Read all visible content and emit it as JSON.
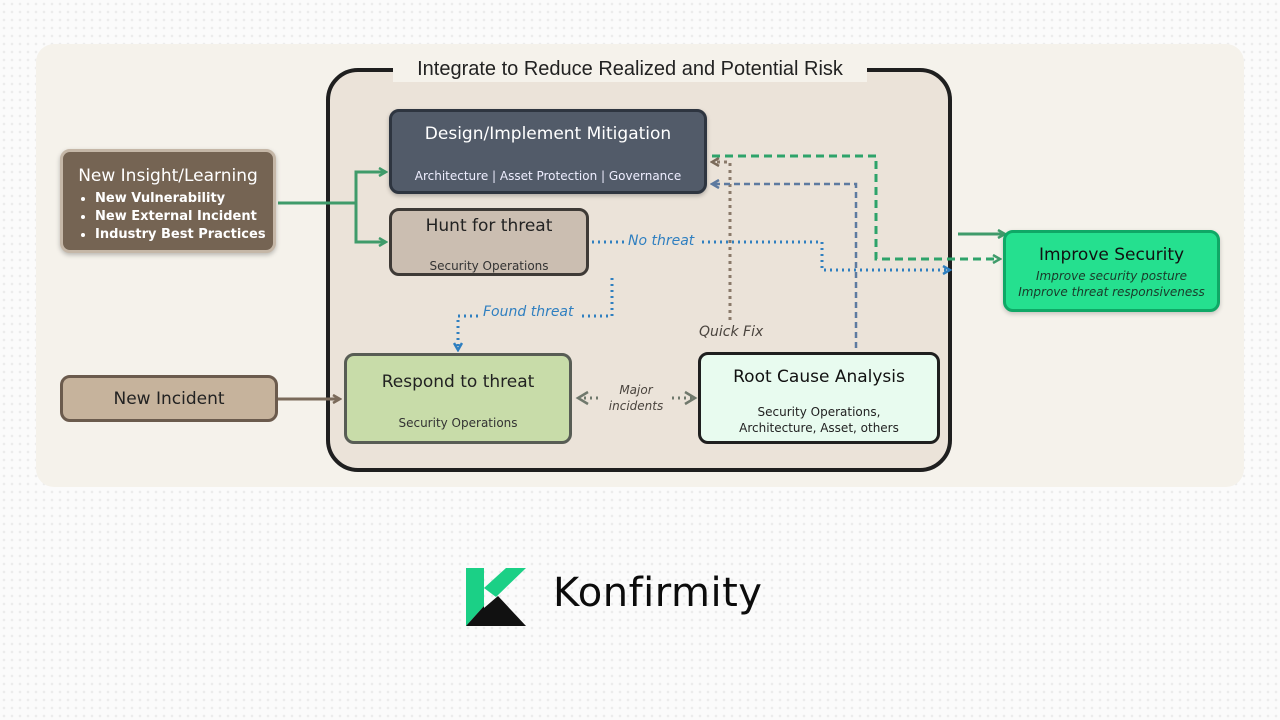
{
  "diagram": {
    "title": "Integrate to Reduce Realized and Potential Risk",
    "nodes": {
      "design": {
        "title": "Design/Implement Mitigation",
        "subtitle": "Architecture | Asset Protection | Governance"
      },
      "hunt": {
        "title": "Hunt for threat",
        "subtitle": "Security Operations"
      },
      "respond": {
        "title": "Respond to threat",
        "subtitle": "Security Operations"
      },
      "rca": {
        "title": "Root Cause Analysis",
        "subtitle_line1": "Security Operations,",
        "subtitle_line2": "Architecture, Asset, others"
      },
      "insight": {
        "title": "New Insight/Learning",
        "bullets": [
          "New Vulnerability",
          "New External Incident",
          "Industry Best Practices"
        ]
      },
      "incident": {
        "title": "New Incident"
      },
      "improve": {
        "title": "Improve Security",
        "line1": "Improve security posture",
        "line2": "Improve threat responsiveness"
      }
    },
    "edge_labels": {
      "no_threat": "No threat",
      "found_threat": "Found threat",
      "quick_fix": "Quick Fix",
      "major_incidents_line1": "Major",
      "major_incidents_line2": "incidents"
    },
    "colors": {
      "green_arrow": "#3f9b6a",
      "blue_dotted": "#2f7fc0",
      "brown_dotted": "#8a7a6a",
      "green_dashed": "#2ea36a",
      "improve_fill": "#25e08f"
    }
  },
  "brand": {
    "name": "Konfirmity",
    "logo_icon": "konfirmity-logo-icon"
  }
}
